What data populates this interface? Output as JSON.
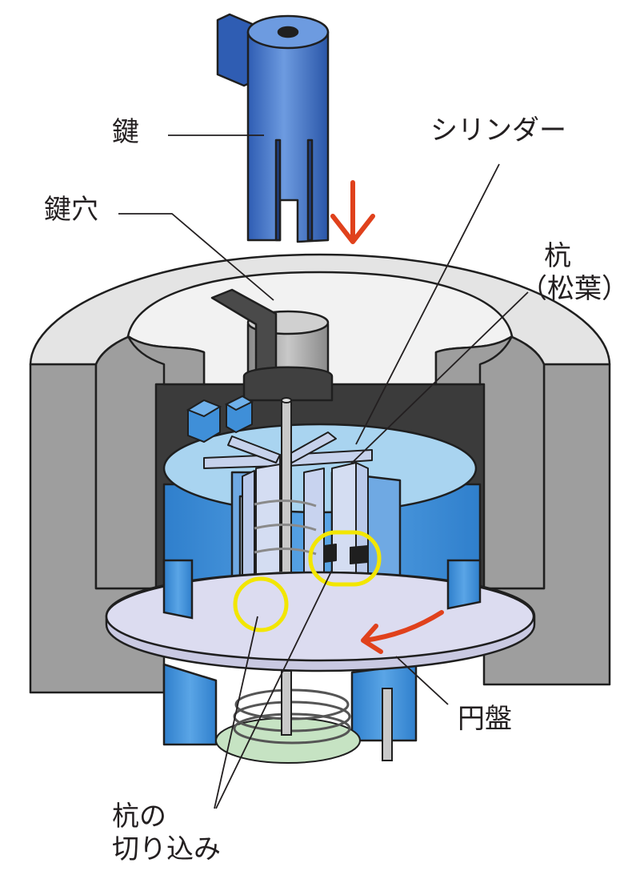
{
  "labels": {
    "key": "鍵",
    "keyhole": "鍵穴",
    "cylinder": "シリンダー",
    "stake_line1": "杭",
    "stake_line2": "（松葉）",
    "disc": "円盤",
    "notch_line1": "杭の",
    "notch_line2": "切り込み"
  },
  "colors": {
    "key_blue": "#3f72c6",
    "cylinder_light": "#a9d4f0",
    "cylinder_blue": "#3f8fd8",
    "housing_gray": "#9c9c9c",
    "housing_light": "#e3e3e3",
    "disc_lavender": "#dcdcf0",
    "arrow_red": "#e0411c",
    "highlight_yellow": "#f2e600",
    "spring_green": "#c6e3c3"
  }
}
